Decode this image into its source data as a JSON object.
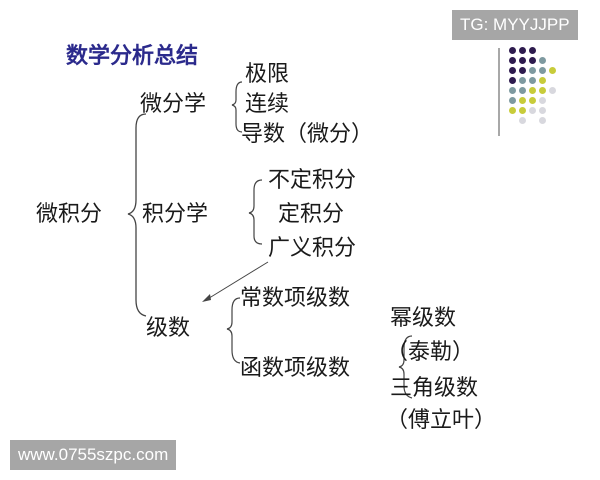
{
  "title": "数学分析总结",
  "root": "微积分",
  "branches": {
    "differential": {
      "label": "微分学",
      "children": [
        "极限",
        "连续",
        "导数（微分）"
      ]
    },
    "integral": {
      "label": "积分学",
      "children": [
        "不定积分",
        "定积分",
        "广义积分"
      ]
    },
    "series": {
      "label": "级数",
      "children": {
        "constant": "常数项级数",
        "function": {
          "label": "函数项级数",
          "children": [
            "幂级数",
            "（泰勒）",
            "三角级数",
            "（傅立叶）"
          ]
        }
      }
    }
  },
  "watermarks": {
    "top_right": "TG: MYYJJPP",
    "bottom_left": "www.0755szpc.com"
  },
  "colors": {
    "title": "#2b2a8c",
    "dot_dark": "#2e1b4e",
    "dot_teal": "#7e9aa0",
    "dot_lime": "#c8cc3a",
    "dot_light": "#d8d8de",
    "badge_bg": "#a6a6a6"
  }
}
